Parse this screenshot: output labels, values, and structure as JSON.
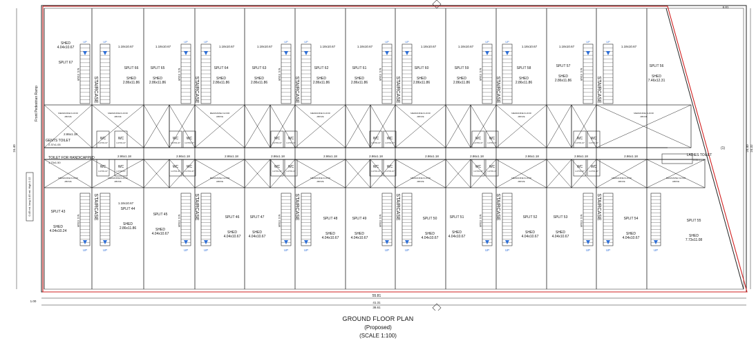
{
  "plan": {
    "title": "GROUND FLOOR PLAN",
    "status": "(Proposed)",
    "scale": "(SCALE 1:100)"
  },
  "ramp_label": "Front Pedestrian Ramp",
  "ramp_size": "0.45 mt. long 0.45 mt. High 1:12",
  "dims": {
    "right_a": "24.40",
    "right_b": "24.32",
    "left_a": "24.40",
    "top_right": "6.81",
    "bottom_a": "38.61",
    "bottom_b": "41.31",
    "bottom_c": "1.00",
    "bottom_d": "55.81"
  },
  "toilets": {
    "gents": "GENTS TOILET",
    "gents_size": "2.37x1.05",
    "handicapped": "TOILET FOR HANDICAPPED",
    "handicapped_size": "1.73x1.50",
    "ladies": "LADIES TOILET",
    "ladies_size": "1.22X1.07",
    "marker": "(1)"
  },
  "labels": {
    "staircase": "STAIRCASE",
    "wc": "WC",
    "wc_size": "1.07X1.07",
    "mezz": "MEZZANINE FLOOR",
    "above": "ABOVE",
    "up": "UP",
    "ms_stair": "M.S. STAIR",
    "small_size": "2.86x1.18",
    "shed": "SHED"
  },
  "top_units": [
    {
      "split": "SPLIT 67",
      "shed": "SHED",
      "size": "4.04x10.67"
    },
    {
      "split": "SPLIT 66",
      "shed": "SHED",
      "size": "2.86x11.86"
    },
    {
      "split": "SPLIT 65",
      "shed": "SHED",
      "size": "2.86x11.86"
    },
    {
      "split": "SPLIT 64",
      "shed": "SHED",
      "size": "2.86x11.86"
    },
    {
      "split": "SPLIT 63",
      "shed": "SHED",
      "size": "2.86x11.86"
    },
    {
      "split": "SPLIT 62",
      "shed": "SHED",
      "size": "2.86x11.86"
    },
    {
      "split": "SPLIT 61",
      "shed": "SHED",
      "size": "2.86x11.86"
    },
    {
      "split": "SPLIT 60",
      "shed": "SHED",
      "size": "2.86x11.86"
    },
    {
      "split": "SPLIT 59",
      "shed": "SHED",
      "size": "2.86x11.86"
    },
    {
      "split": "SPLIT 58",
      "shed": "SHED",
      "size": "2.86x11.86"
    },
    {
      "split": "SPLIT 57",
      "shed": "SHED",
      "size": "2.86x11.86"
    },
    {
      "split": "SPLIT 56",
      "shed": "SHED",
      "size": "7.46x12.31"
    }
  ],
  "top_dims": [
    "1.18x10.67",
    "1.18x10.67",
    "1.18x10.67",
    "1.18x10.67",
    "1.18x10.67",
    "1.18x10.67",
    "1.18x10.67",
    "1.18x10.67",
    "1.18x10.67",
    "1.18x10.67",
    "1.18x10.67",
    "1.18x10.67"
  ],
  "bottom_units": [
    {
      "split": "SPLIT 43",
      "shed": "SHED",
      "size": "4.04x10.24"
    },
    {
      "split": "SPLIT 44",
      "shed": "SHED",
      "size": "2.86x11.86"
    },
    {
      "split": "SPLIT 45",
      "shed": "SHED",
      "size": "4.04x10.67"
    },
    {
      "split": "SPLIT 46",
      "shed": "SHED",
      "size": "4.04x10.67"
    },
    {
      "split": "SPLIT 47",
      "shed": "SHED",
      "size": "4.04x10.67"
    },
    {
      "split": "SPLIT 48",
      "shed": "SHED",
      "size": "4.04x10.67"
    },
    {
      "split": "SPLIT 49",
      "shed": "SHED",
      "size": "4.04x10.67"
    },
    {
      "split": "SPLIT 50",
      "shed": "SHED",
      "size": "4.04x10.67"
    },
    {
      "split": "SPLIT 51",
      "shed": "SHED",
      "size": "4.04x10.67"
    },
    {
      "split": "SPLIT 52",
      "shed": "SHED",
      "size": "4.04x10.67"
    },
    {
      "split": "SPLIT 53",
      "shed": "SHED",
      "size": "4.04x10.67"
    },
    {
      "split": "SPLIT 54",
      "shed": "SHED",
      "size": "4.04x10.67"
    },
    {
      "split": "SPLIT 55",
      "shed": "SHED",
      "size": "7.73x11.08"
    }
  ],
  "colors": {
    "line": "#222222",
    "boundary": "#d11f1f",
    "stair_blue": "#2f6fd6"
  }
}
